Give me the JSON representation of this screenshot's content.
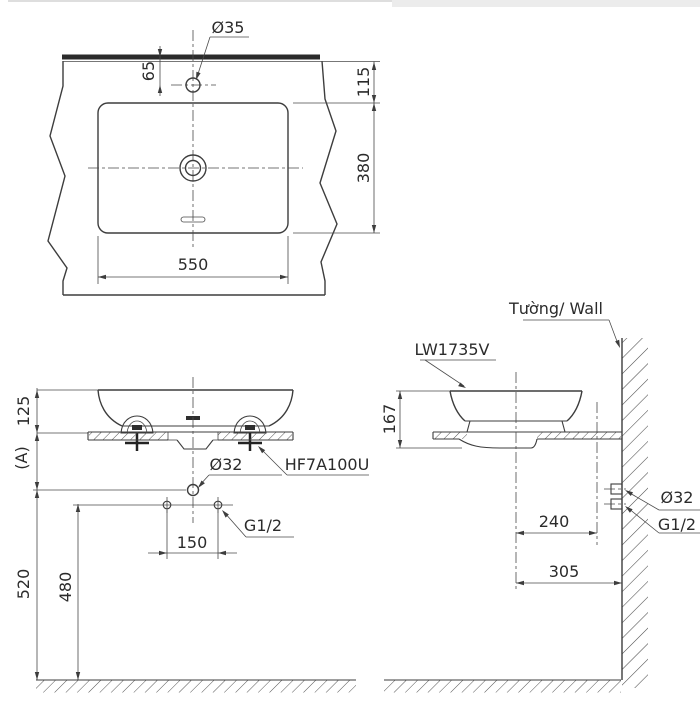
{
  "drawing": {
    "colors": {
      "background": "#ffffff",
      "line": "#3d3d3d",
      "text": "#2b2b2b"
    },
    "top_view": {
      "faucet_hole_dia": "Ø35",
      "hole_to_edge": "65",
      "edge_to_basin": "115",
      "basin_depth": "380",
      "basin_width": "550"
    },
    "front_view": {
      "bowl_above_counter": "125",
      "counter_ref": "(A)",
      "drain_height": "520",
      "supply_height": "480",
      "supply_spacing": "150",
      "drain_dia": "Ø32",
      "fixing_kit": "HF7A100U",
      "supply_thread": "G1/2"
    },
    "side_view": {
      "wall_label": "Tường/ Wall",
      "model": "LW1735V",
      "bowl_height": "167",
      "center_to_supply": "240",
      "center_to_wall": "305",
      "drain_dia": "Ø32",
      "supply_thread": "G1/2"
    }
  }
}
